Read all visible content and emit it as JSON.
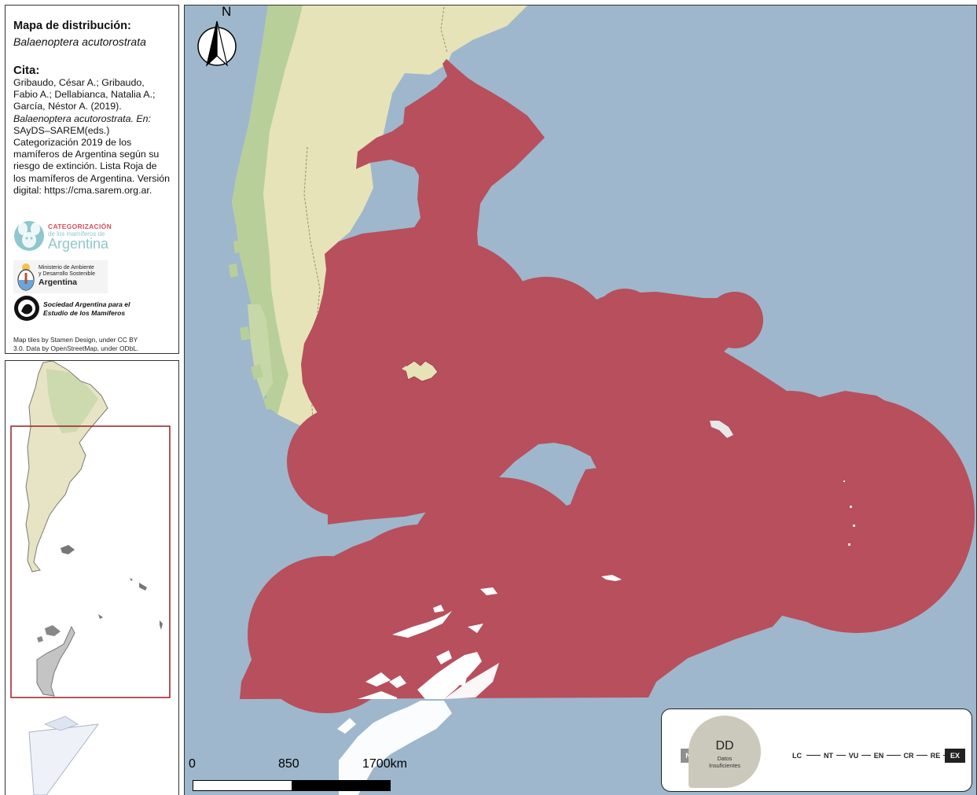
{
  "info": {
    "title": "Mapa de distribución:",
    "species": "Balaenoptera acutorostrata",
    "cita_heading": "Cita:",
    "cita_lines": [
      "Gribaudo, César A.; Gribaudo,",
      "Fabio A.; Dellabianca, Natalia A.;",
      "García, Néstor A. (2019).",
      "Balaenoptera acutorostrata. En:",
      "SAyDS–SAREM(eds.)",
      "Categorización 2019 de los",
      "mamíferos de Argentina según su",
      "riesgo de extinción. Lista Roja de",
      "los  mamíferos de Argentina. Versión",
      "digital: https://cma.sarem.org.ar."
    ],
    "attribution_lines": [
      "Map tiles by Stamen Design, under CC BY",
      "3.0.  Data by OpenStreetMap, under ODbL."
    ]
  },
  "logos": {
    "categorizacion": {
      "title": "CATEGORIZACIÓN",
      "subtitle": "de los mamíferos de",
      "brand": "Argentina"
    },
    "ministerio": {
      "line1": "Ministerio de Ambiente",
      "line2": "y Desarrollo Sostenible",
      "country": "Argentina"
    },
    "sarem": {
      "line1": "Sociedad Argentina para el",
      "line2": "Estudio de los Mamíferos"
    }
  },
  "map": {
    "north_label": "N",
    "scale": {
      "labels": [
        "0",
        "850",
        "1700km"
      ]
    },
    "colors": {
      "ocean": "#9eb7cc",
      "land": "#e6e3b8",
      "land_dark": "#b8cf9a",
      "range": "#b84f5c",
      "ice": "#ffffff",
      "inset_frame": "#9b1c25"
    }
  },
  "status": {
    "current_code": "DD",
    "current_name_line1": "Datos",
    "current_name_line2": "Insuficientes",
    "categories": [
      "NE",
      "LC",
      "NT",
      "VU",
      "EN",
      "CR",
      "RE",
      "EX"
    ]
  }
}
